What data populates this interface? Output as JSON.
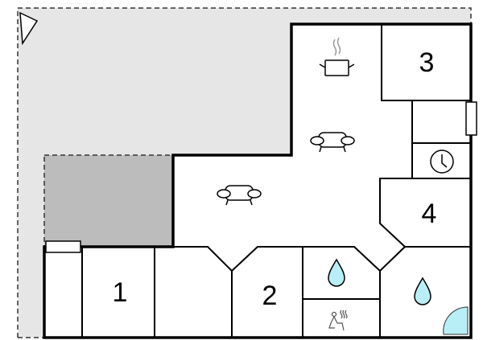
{
  "floorplan": {
    "rooms": [
      {
        "label": "1"
      },
      {
        "label": "2"
      },
      {
        "label": "3"
      },
      {
        "label": "4"
      }
    ],
    "icons": [
      "compass-icon",
      "cooking-pot-icon",
      "sofa-icon",
      "sofa-icon",
      "clock-icon",
      "water-drop-icon",
      "water-drop-icon",
      "shower-icon",
      "sauna-icon"
    ],
    "colors": {
      "terrace": "#e6e6e6",
      "covered": "#bcbcbc",
      "water": "#b8eef5",
      "wall": "#000000"
    }
  }
}
